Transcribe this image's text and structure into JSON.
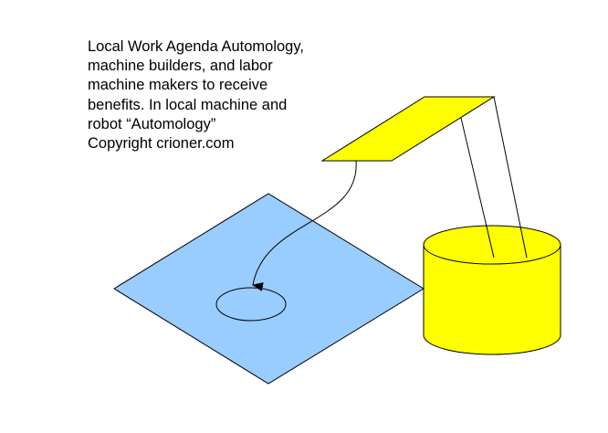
{
  "caption": {
    "lines": [
      "Local Work Agenda Automology,",
      "machine builders, and labor",
      "machine makers to receive",
      "benefits. In local machine and",
      "robot “Automology”",
      "Copyright crioner.com"
    ]
  },
  "colors": {
    "background": "#ffffff",
    "floor_fill": "#99ccff",
    "panel_fill": "#ffff00",
    "drum_fill": "#ffff00",
    "stroke": "#000000"
  }
}
